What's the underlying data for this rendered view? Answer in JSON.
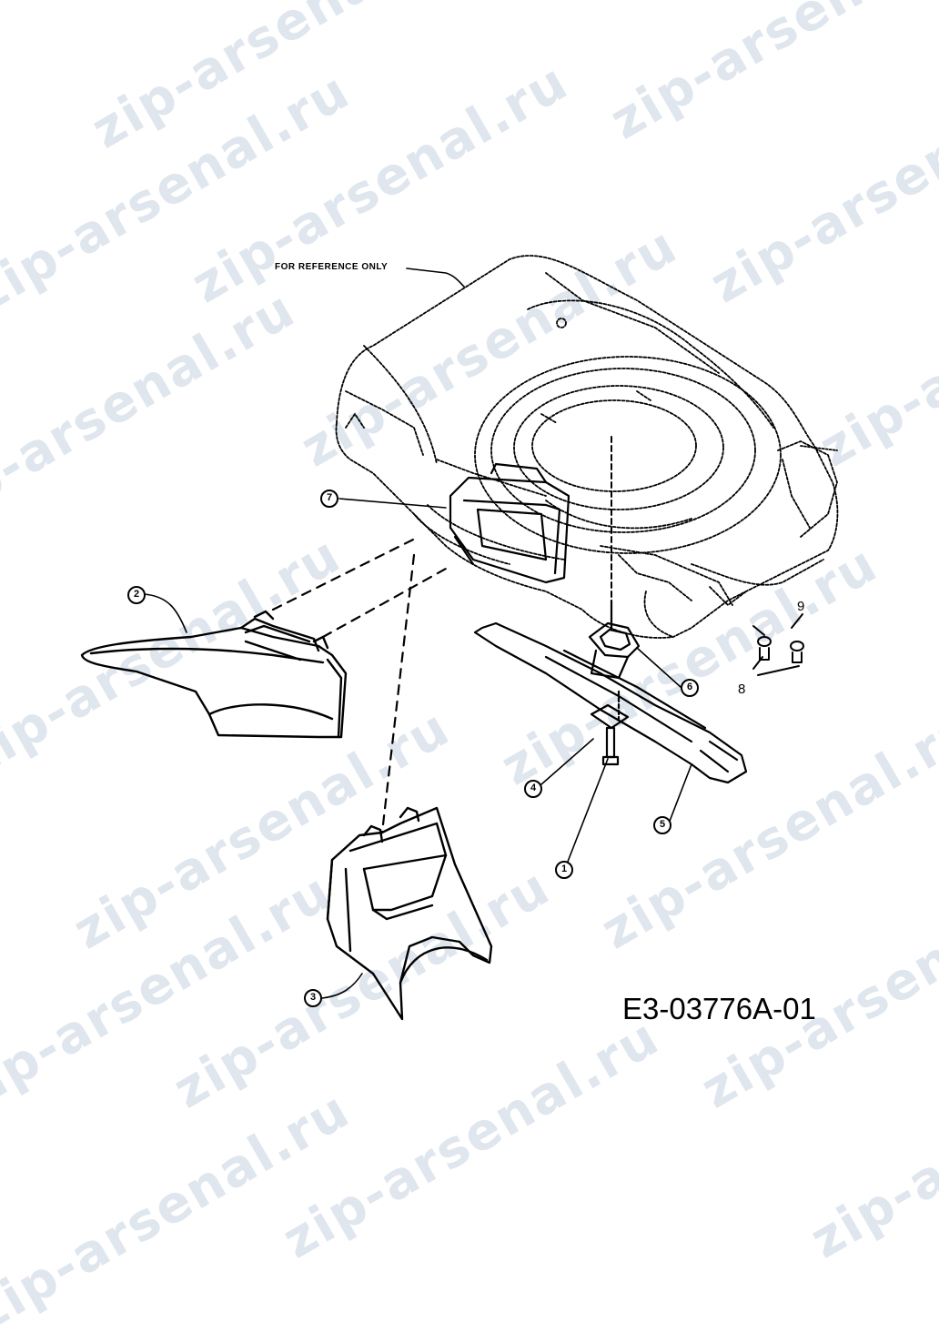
{
  "watermark": {
    "text": "zip-arsenal.ru",
    "color": "#dfe6ee"
  },
  "reference_label": "FOR REFERENCE ONLY",
  "drawing_code": "E3-03776A-01",
  "callouts": [
    "1",
    "2",
    "3",
    "4",
    "5",
    "6",
    "7",
    "8",
    "9"
  ],
  "colors": {
    "line": "#000000",
    "background": "#ffffff"
  }
}
